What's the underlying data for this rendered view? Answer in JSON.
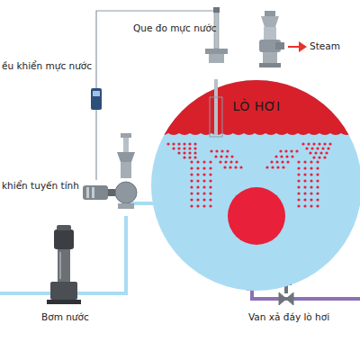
{
  "diagram": {
    "nodes": [
      {
        "text": [
          "LÒ HƠI"
        ]
      }
    ],
    "labels": [
      "Que đo mực nước",
      "Steam",
      "ều khiển mực nước",
      "khiển tuyến tính",
      "Bơm nước",
      "Van xả đáy lò hơi"
    ]
  }
}
